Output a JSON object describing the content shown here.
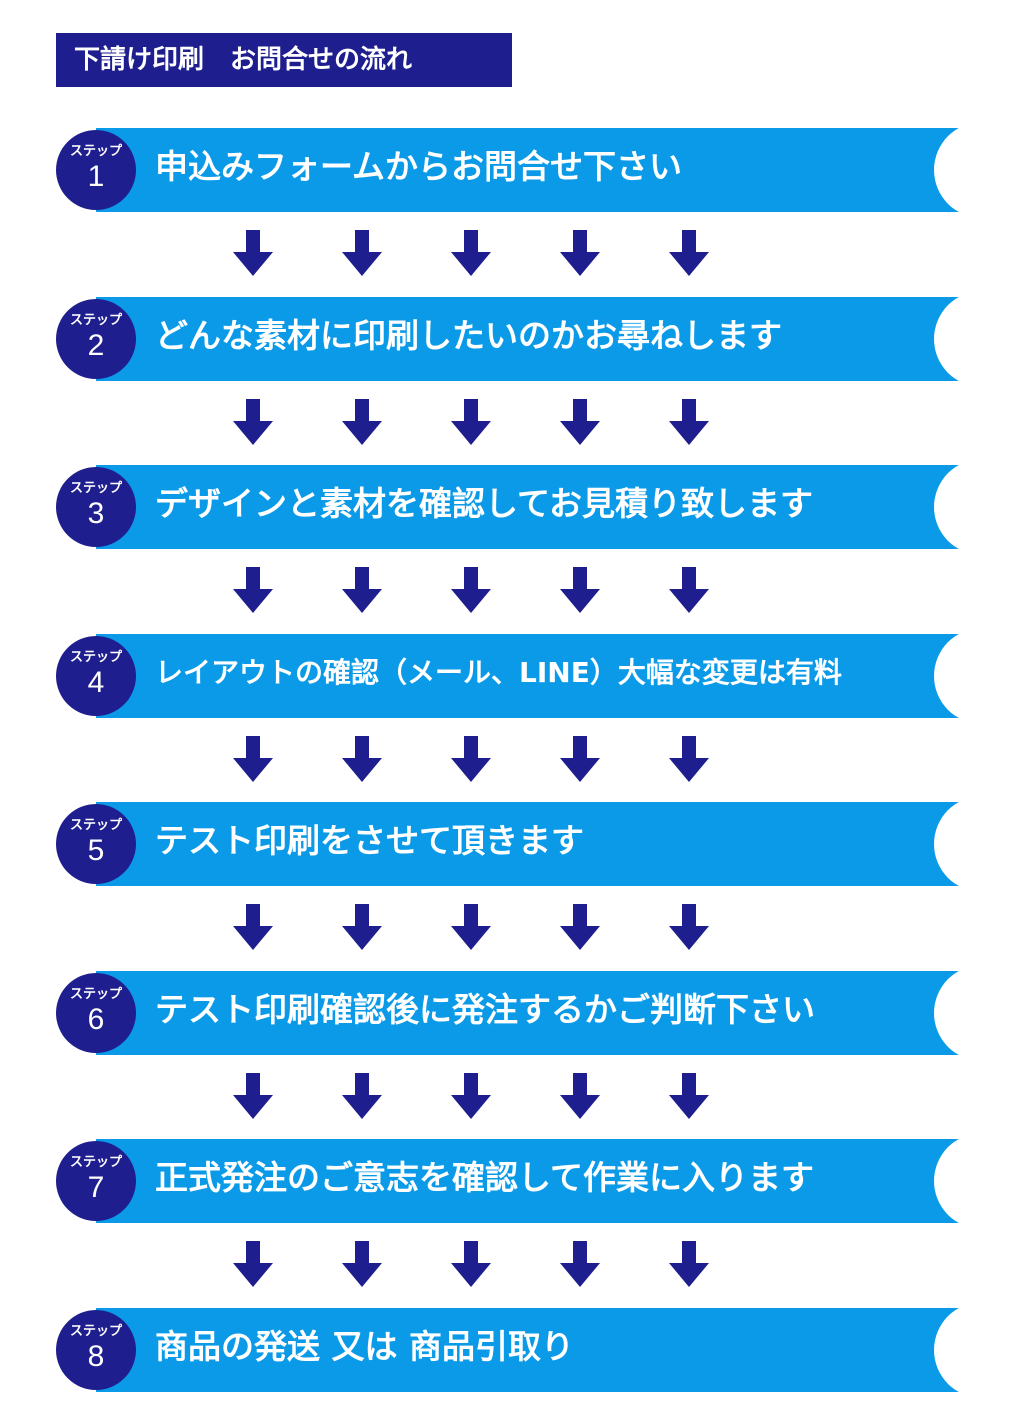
{
  "header": {
    "title": "下請け印刷　お問合せの流れ"
  },
  "colors": {
    "navy": "#1e1e8f",
    "banner": "#0a9ae8",
    "background": "#ffffff"
  },
  "steps": [
    {
      "label": "ステップ",
      "number": "1",
      "text": "申込みフォームからお問合せ下さい"
    },
    {
      "label": "ステップ",
      "number": "2",
      "text": "どんな素材に印刷したいのかお尋ねします"
    },
    {
      "label": "ステップ",
      "number": "3",
      "text": "デザインと素材を確認してお見積り致します"
    },
    {
      "label": "ステップ",
      "number": "4",
      "text": "レイアウトの確認（メール、LINE）大幅な変更は有料"
    },
    {
      "label": "ステップ",
      "number": "5",
      "text": "テスト印刷をさせて頂きます"
    },
    {
      "label": "ステップ",
      "number": "6",
      "text": "テスト印刷確認後に発注するかご判断下さい"
    },
    {
      "label": "ステップ",
      "number": "7",
      "text": "正式発注のご意志を確認して作業に入ります"
    },
    {
      "label": "ステップ",
      "number": "8",
      "text": "商品の発送 又は 商品引取り"
    }
  ],
  "arrow_icon": "down-arrow-icon"
}
